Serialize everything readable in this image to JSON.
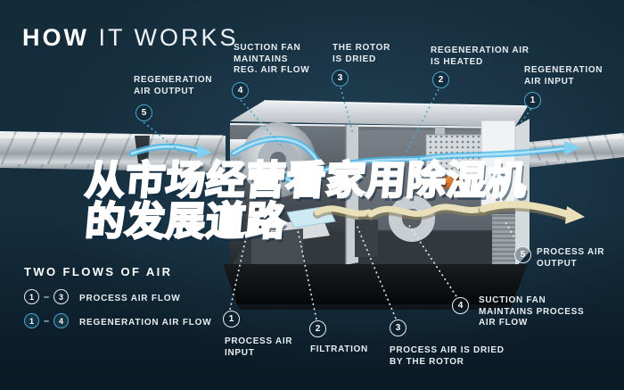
{
  "header": {
    "title_bold": "HOW",
    "title_light": "IT WORKS"
  },
  "overlay": {
    "line1": "从市场经营看家用除湿机",
    "line2": "的发展道路"
  },
  "colors": {
    "background": "#142b3a",
    "accent_teal": "#4aa9cc",
    "arrow_cyan": "#4db8e8",
    "ribbon_tan": "#e9dfb8",
    "heater_orange": "#e07a2a",
    "overlay_blue": "#2e90d6",
    "text": "#e7edf1"
  },
  "steps_regeneration": {
    "s5": {
      "num": "5",
      "l1": "REGENERATION",
      "l2": "AIR OUTPUT"
    },
    "s4": {
      "num": "4",
      "l1": "SUCTION FAN",
      "l2": "MAINTAINS",
      "l3": "REG. AIR FLOW"
    },
    "s3": {
      "num": "3",
      "l1": "THE ROTOR",
      "l2": "IS DRIED"
    },
    "s2": {
      "num": "2",
      "l1": "REGENERATION AIR",
      "l2": "IS HEATED"
    },
    "s1": {
      "num": "1",
      "l1": "REGENERATION",
      "l2": "AIR INPUT"
    }
  },
  "steps_process": {
    "s1": {
      "num": "1",
      "l1": "PROCESS AIR",
      "l2": "INPUT"
    },
    "s2": {
      "num": "2",
      "l1": "FILTRATION"
    },
    "s3": {
      "num": "3",
      "l1": "PROCESS AIR IS DRIED",
      "l2": "BY THE ROTOR"
    },
    "s4": {
      "num": "4",
      "l1": "SUCTION FAN",
      "l2": "MAINTAINS PROCESS",
      "l3": "AIR FLOW"
    },
    "s5": {
      "num": "5",
      "l1": "PROCESS AIR",
      "l2": "OUTPUT"
    }
  },
  "legend": {
    "title": "TWO FLOWS OF AIR",
    "rows": [
      {
        "from": "1",
        "to": "3",
        "dash": "–",
        "label": "PROCESS AIR FLOW"
      },
      {
        "from": "1",
        "to": "4",
        "dash": "–",
        "label": "REGENERATION AIR FLOW"
      }
    ]
  }
}
